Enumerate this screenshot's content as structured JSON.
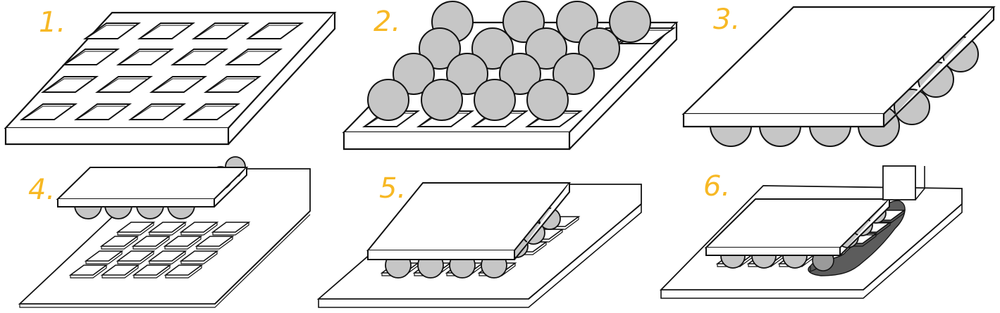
{
  "steps": [
    {
      "label": "1."
    },
    {
      "label": "2."
    },
    {
      "label": "3."
    },
    {
      "label": "4."
    },
    {
      "label": "5."
    },
    {
      "label": "6."
    }
  ],
  "colors": {
    "label": "#f7b824",
    "outline": "#111111",
    "substrate": "#ffffff",
    "solder_ball": "#c6c6c6",
    "underfill": "#5c5c5c"
  },
  "icons": [
    "flip-chip-process-diagram"
  ]
}
